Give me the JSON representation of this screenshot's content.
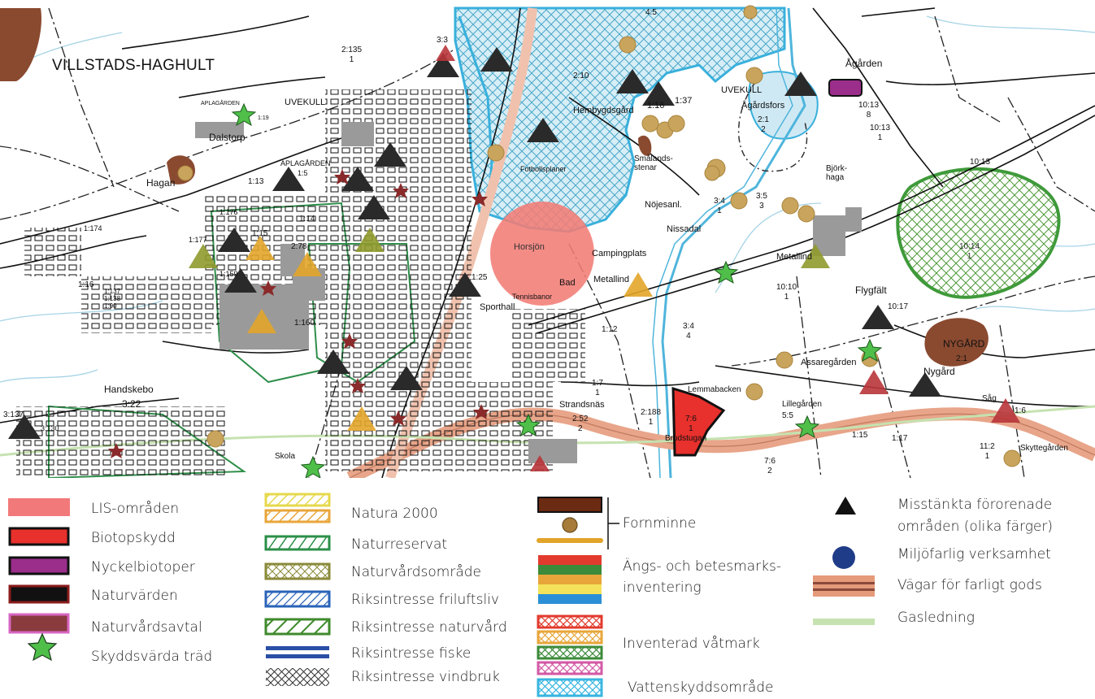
{
  "map": {
    "place_labels": [
      {
        "id": "villstads-haghult",
        "text": "VILLSTADS-HAGHULT"
      },
      {
        "id": "uvekull-w",
        "text": "UVEKULL"
      },
      {
        "id": "uvekull-e",
        "text": "UVEKULL"
      },
      {
        "id": "dalstorp",
        "text": "Dalstorp"
      },
      {
        "id": "hagan",
        "text": "Hagan"
      },
      {
        "id": "aplagarden-n",
        "text": "APLAGÅRDEN"
      },
      {
        "id": "aplagarden-s",
        "text": "APLAGÅRDEN"
      },
      {
        "id": "agarden",
        "text": "Ågården"
      },
      {
        "id": "agardsfors",
        "text": "Ågårdsfors"
      },
      {
        "id": "hembygdsgard",
        "text": "Hembygdsgård"
      },
      {
        "id": "smalandsstenar",
        "text": "Smålands-\nstenar"
      },
      {
        "id": "bjorkhaga",
        "text": "Björk-\nhaga"
      },
      {
        "id": "nojesanl",
        "text": "Nöjesanl."
      },
      {
        "id": "nissadal",
        "text": "Nissadal"
      },
      {
        "id": "horsjon",
        "text": "Horsjön"
      },
      {
        "id": "campingplats",
        "text": "Campingplats"
      },
      {
        "id": "metallind-w",
        "text": "Metallind"
      },
      {
        "id": "metallind-e",
        "text": "Metallind"
      },
      {
        "id": "bad",
        "text": "Bad"
      },
      {
        "id": "sporthall",
        "text": "Sporthall"
      },
      {
        "id": "flygfalt",
        "text": "Flygfält"
      },
      {
        "id": "nygard-big",
        "text": "NYGÅRD"
      },
      {
        "id": "nygard",
        "text": "Nygård"
      },
      {
        "id": "assaregarden",
        "text": "Assaregården"
      },
      {
        "id": "handskebo",
        "text": "Handskebo"
      },
      {
        "id": "strandsnas",
        "text": "Strandsnäs"
      },
      {
        "id": "lillegarden",
        "text": "Lillegården"
      },
      {
        "id": "lemmabacken",
        "text": "Lemmabacken"
      },
      {
        "id": "brudstugan",
        "text": "Brudstugan"
      },
      {
        "id": "sag",
        "text": "Såg"
      },
      {
        "id": "skola",
        "text": "Skola"
      },
      {
        "id": "skyttegarden",
        "text": "Skyttegården"
      },
      {
        "id": "fotbollsplaner",
        "text": "Fotbollsplaner"
      },
      {
        "id": "tennisbanor",
        "text": "Tennisbanor"
      }
    ],
    "parcel_labels": [
      {
        "id": "p1",
        "text": "2:135\n1"
      },
      {
        "id": "p2",
        "text": "1:13"
      },
      {
        "id": "p3",
        "text": "1:14"
      },
      {
        "id": "p4",
        "text": "1:16"
      },
      {
        "id": "p5",
        "text": "3:22"
      },
      {
        "id": "p6",
        "text": "2:10"
      },
      {
        "id": "p7",
        "text": "2:1\n2"
      },
      {
        "id": "p8",
        "text": "10:13\n8"
      },
      {
        "id": "p9",
        "text": "10:13\n1"
      },
      {
        "id": "p10",
        "text": "10:13"
      },
      {
        "id": "p11",
        "text": "10:14\n1"
      },
      {
        "id": "p12",
        "text": "3:4\n1"
      },
      {
        "id": "p13",
        "text": "3:5\n3"
      },
      {
        "id": "p14",
        "text": "10:10\n1"
      },
      {
        "id": "p15",
        "text": "10:17"
      },
      {
        "id": "p16",
        "text": "3:4\n4"
      },
      {
        "id": "p17",
        "text": "1:12"
      },
      {
        "id": "p18",
        "text": "1:7\n1"
      },
      {
        "id": "p19",
        "text": "2:52\n2"
      },
      {
        "id": "p20",
        "text": "2:188\n1"
      },
      {
        "id": "p21",
        "text": "7:6\n1"
      },
      {
        "id": "p22",
        "text": "7:6\n2"
      },
      {
        "id": "p23",
        "text": "1:15"
      },
      {
        "id": "p24",
        "text": "1:17"
      },
      {
        "id": "p25",
        "text": "11:2\n1"
      },
      {
        "id": "p26",
        "text": "1:6"
      },
      {
        "id": "p27",
        "text": "2:1"
      },
      {
        "id": "p28",
        "text": "5:5"
      },
      {
        "id": "p29",
        "text": "1:160"
      },
      {
        "id": "p30",
        "text": "2:78"
      },
      {
        "id": "p31",
        "text": "1:176"
      },
      {
        "id": "p32",
        "text": "1:174"
      },
      {
        "id": "p33",
        "text": "1:177"
      },
      {
        "id": "p34",
        "text": "1:159"
      },
      {
        "id": "p35",
        "text": "1:137\n1:138\n1:90"
      },
      {
        "id": "p36",
        "text": "1:16"
      },
      {
        "id": "p37",
        "text": "1:37"
      },
      {
        "id": "p38",
        "text": "4:5"
      },
      {
        "id": "p39",
        "text": "3:3"
      },
      {
        "id": "p40",
        "text": "1:25"
      },
      {
        "id": "p41",
        "text": "3:137"
      },
      {
        "id": "p42",
        "text": "3:130"
      },
      {
        "id": "p43",
        "text": "1:15"
      },
      {
        "id": "p44",
        "text": "1:5"
      },
      {
        "id": "p45",
        "text": "1:19"
      }
    ]
  },
  "legend": {
    "col1": [
      {
        "key": "lis",
        "label": "LIS-områden",
        "color": "#f2797a"
      },
      {
        "key": "biotopskydd",
        "label": "Biotopskydd",
        "color": "#e8302c"
      },
      {
        "key": "nyckelbiotoper",
        "label": "Nyckelbiotoper",
        "color": "#9b2d8b"
      },
      {
        "key": "naturvarden",
        "label": "Naturvärden",
        "color": "#000000"
      },
      {
        "key": "naturvardsavtal",
        "label": "Naturvårdsavtal",
        "color": "#8a3b3e"
      },
      {
        "key": "skyddsvarda",
        "label": "Skyddsvärda träd",
        "color": "#3aa84b"
      }
    ],
    "col2": [
      {
        "key": "natura",
        "label": "Natura 2000",
        "color": "#e2d52b"
      },
      {
        "key": "naturreservat",
        "label": "Naturreservat",
        "color": "#2b8f48"
      },
      {
        "key": "naturvardsomrade",
        "label": "Naturvårdsområde",
        "color": "#8a8a3a"
      },
      {
        "key": "friluftsliv",
        "label": "Riksintresse friluftsliv",
        "color": "#2a63b8"
      },
      {
        "key": "naturvard",
        "label": "Riksintresse naturvård",
        "color": "#3f8a2c"
      },
      {
        "key": "fiske",
        "label": "Riksintresse fiske",
        "color": "#2a4fa6"
      },
      {
        "key": "vindbruk",
        "label": "Riksintresse vindbruk",
        "color": "#333333"
      }
    ],
    "col3": [
      {
        "key": "fornminne",
        "label": "Fornminne",
        "color": "#6b2a12"
      },
      {
        "key": "angs",
        "label": "Ängs- och betesmarks-\ninventering",
        "colors": [
          "#e23b2e",
          "#3c8b3a",
          "#e8a63a",
          "#f3e25a",
          "#2a8fd6"
        ]
      },
      {
        "key": "vatmark",
        "label": "Inventerad våtmark",
        "colors": [
          "#e23b2e",
          "#e8a63a",
          "#3c8b3a",
          "#d35aa5"
        ]
      },
      {
        "key": "vattenskydd",
        "label": "Vattenskyddsområde",
        "color": "#38b6e0"
      }
    ],
    "col4": [
      {
        "key": "misstankta",
        "label": "Misstänkta förorenade\nområden (olika färger)",
        "color": "#111111"
      },
      {
        "key": "miljofarlig",
        "label": "Miljöfarlig verksamhet",
        "color": "#1f3c88"
      },
      {
        "key": "vagar",
        "label": "Vägar för farligt gods",
        "color": "#e59a7a"
      },
      {
        "key": "gasledning",
        "label": "Gasledning",
        "color": "#b8dba0"
      }
    ]
  }
}
